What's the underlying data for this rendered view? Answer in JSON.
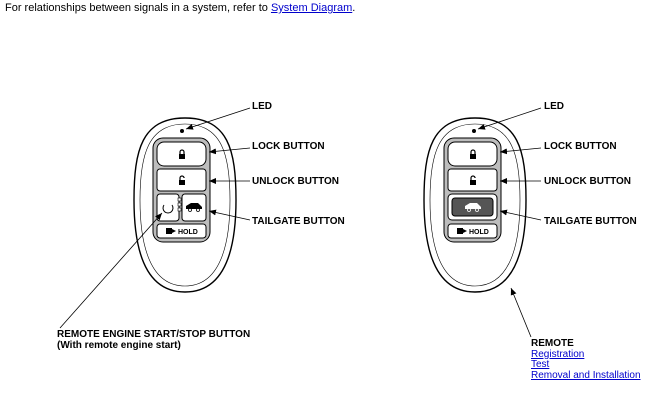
{
  "header": {
    "prefix": "For relationships between signals in a system, refer to ",
    "link": "System Diagram",
    "suffix": "."
  },
  "left_remote": {
    "led": "LED",
    "lock": "LOCK BUTTON",
    "unlock": "UNLOCK BUTTON",
    "tailgate": "TAILGATE BUTTON",
    "hold": "HOLD",
    "engine_start_line1": "REMOTE ENGINE START/STOP BUTTON",
    "engine_start_line2": "(With remote engine start)"
  },
  "right_remote": {
    "led": "LED",
    "lock": "LOCK BUTTON",
    "unlock": "UNLOCK BUTTON",
    "tailgate": "TAILGATE BUTTON",
    "hold": "HOLD",
    "title": "REMOTE",
    "links": [
      "Registration",
      "Test",
      "Removal and Installation"
    ]
  }
}
